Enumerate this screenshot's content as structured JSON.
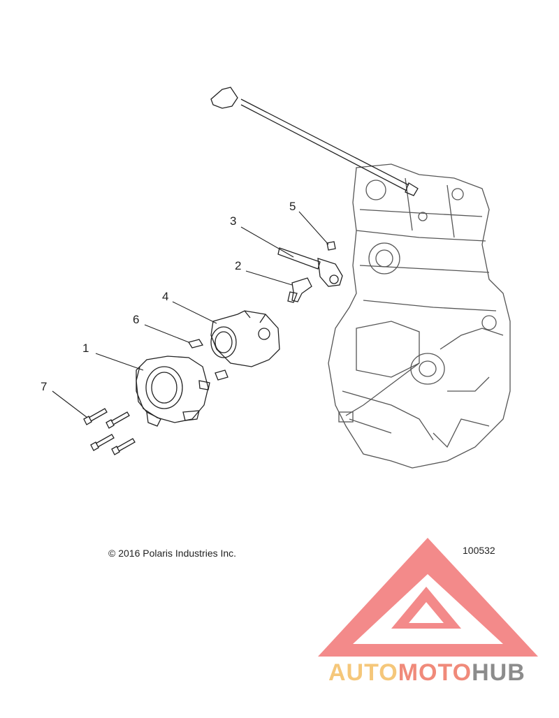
{
  "callouts": [
    {
      "id": "1",
      "label": "1"
    },
    {
      "id": "2",
      "label": "2"
    },
    {
      "id": "3",
      "label": "3"
    },
    {
      "id": "4",
      "label": "4"
    },
    {
      "id": "5",
      "label": "5"
    },
    {
      "id": "6",
      "label": "6"
    },
    {
      "id": "7",
      "label": "7"
    }
  ],
  "footer": {
    "copyright": "© 2016 Polaris Industries Inc.",
    "diagram_id": "100532"
  },
  "watermark": {
    "part1": "AUTO",
    "part2": "MOTO",
    "part3": "HUB",
    "colors": {
      "part1": "#f5c77a",
      "part2": "#f08a7a",
      "part3": "#8c8c8c",
      "triangle": "#f06464"
    }
  },
  "colors": {
    "line": "#222222",
    "engine_line": "#555555"
  }
}
